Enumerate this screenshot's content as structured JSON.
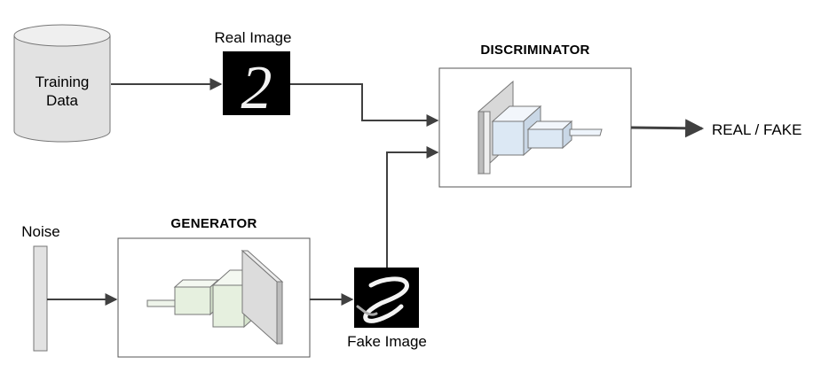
{
  "training_data": {
    "label_line1": "Training",
    "label_line2": "Data"
  },
  "real_image": {
    "label": "Real Image",
    "digit": "2"
  },
  "discriminator": {
    "title": "DISCRIMINATOR"
  },
  "output": {
    "label": "REAL / FAKE"
  },
  "noise": {
    "label": "Noise"
  },
  "generator": {
    "title": "GENERATOR"
  },
  "fake_image": {
    "label": "Fake Image"
  },
  "colors": {
    "line": "#404040",
    "block_fill": "#e4e4e4",
    "disc_face": "#dce8f4",
    "gen_face": "#e6f0df",
    "box_border": "#555555"
  }
}
